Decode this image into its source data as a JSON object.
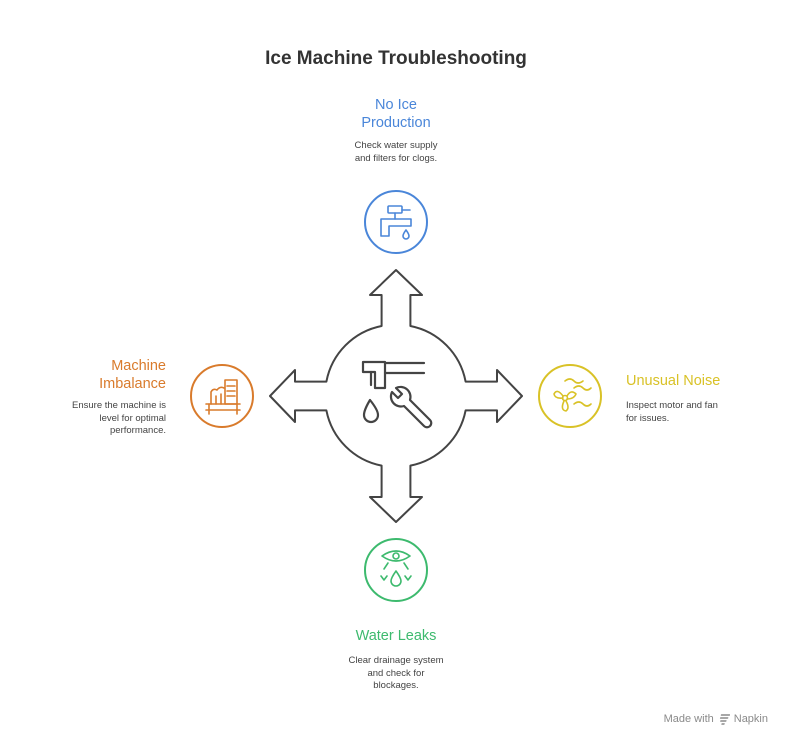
{
  "title": "Ice Machine Troubleshooting",
  "items": {
    "top": {
      "label_line1": "No Ice",
      "label_line2": "Production",
      "desc_line1": "Check water supply",
      "desc_line2": "and filters for clogs.",
      "color": "#4A86D9",
      "icon": "faucet-icon"
    },
    "left": {
      "label_line1": "Machine",
      "label_line2": "Imbalance",
      "desc_line1": "Ensure the machine is",
      "desc_line2": "level for optimal",
      "desc_line3": "performance.",
      "color": "#D97B2C",
      "icon": "level-bench-icon"
    },
    "right": {
      "label": "Unusual Noise",
      "desc_line1": "Inspect motor and fan",
      "desc_line2": "for issues.",
      "color": "#D9C227",
      "icon": "fan-noise-icon"
    },
    "bottom": {
      "label": "Water Leaks",
      "desc_line1": "Clear drainage system",
      "desc_line2": "and check for",
      "desc_line3": "blockages.",
      "color": "#3DBA6E",
      "icon": "leak-detect-icon"
    }
  },
  "center": {
    "icon": "faucet-wrench-icon",
    "stroke": "#444444"
  },
  "footer": {
    "made_with": "Made with",
    "brand": "Napkin"
  }
}
